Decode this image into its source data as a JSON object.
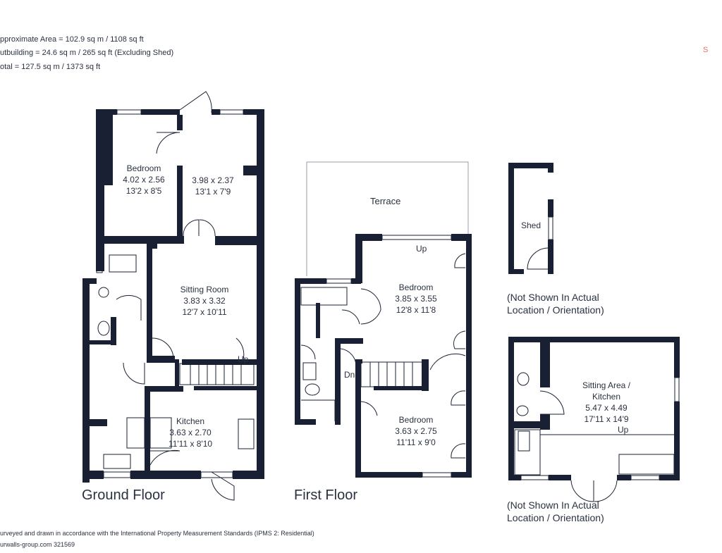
{
  "header": {
    "line1": "pproximate Area = 102.9 sq m / 1108 sq ft",
    "line2": "utbuilding = 24.6 sq m / 265 sq ft (Excluding Shed)",
    "line3": "otal = 127.5 sq m / 1373 sq ft",
    "corner_mark": "S"
  },
  "ground_floor": {
    "label": "Ground Floor",
    "bedroom": {
      "name": "Bedroom",
      "metric": "4.02 x 2.56",
      "imperial": "13'2 x 8'5"
    },
    "room2": {
      "metric": "3.98 x 2.37",
      "imperial": "13'1 x 7'9"
    },
    "sitting_room": {
      "name": "Sitting Room",
      "metric": "3.83 x 3.32",
      "imperial": "12'7 x 10'11"
    },
    "kitchen": {
      "name": "Kitchen",
      "metric": "3.63 x 2.70",
      "imperial": "11'11 x 8'10"
    },
    "stairs_label": "Up"
  },
  "first_floor": {
    "label": "First Floor",
    "terrace": "Terrace",
    "bedroom1": {
      "name": "Bedroom",
      "metric": "3.85 x 3.55",
      "imperial": "12'8 x 11'8"
    },
    "bedroom2": {
      "name": "Bedroom",
      "metric": "3.63 x 2.75",
      "imperial": "11'11 x 9'0"
    },
    "up_label": "Up",
    "dn_label": "Dn"
  },
  "shed": {
    "name": "Shed",
    "note_line1": "(Not Shown In Actual",
    "note_line2": "Location / Orientation)"
  },
  "outbuilding": {
    "name_line1": "Sitting Area /",
    "name_line2": "Kitchen",
    "metric": "5.47 x 4.49",
    "imperial": "17'11 x 14'9",
    "up_label": "Up",
    "note_line1": "(Not Shown In Actual",
    "note_line2": "Location / Orientation)"
  },
  "footer": {
    "line1": "urveyed and drawn in accordance with the International Property Measurement Standards (IPMS 2: Residential)",
    "line2": "urwalls-group.com 321569"
  },
  "colors": {
    "wall": "#1a2033",
    "text": "#2a3140",
    "accent": "#e0736b"
  }
}
